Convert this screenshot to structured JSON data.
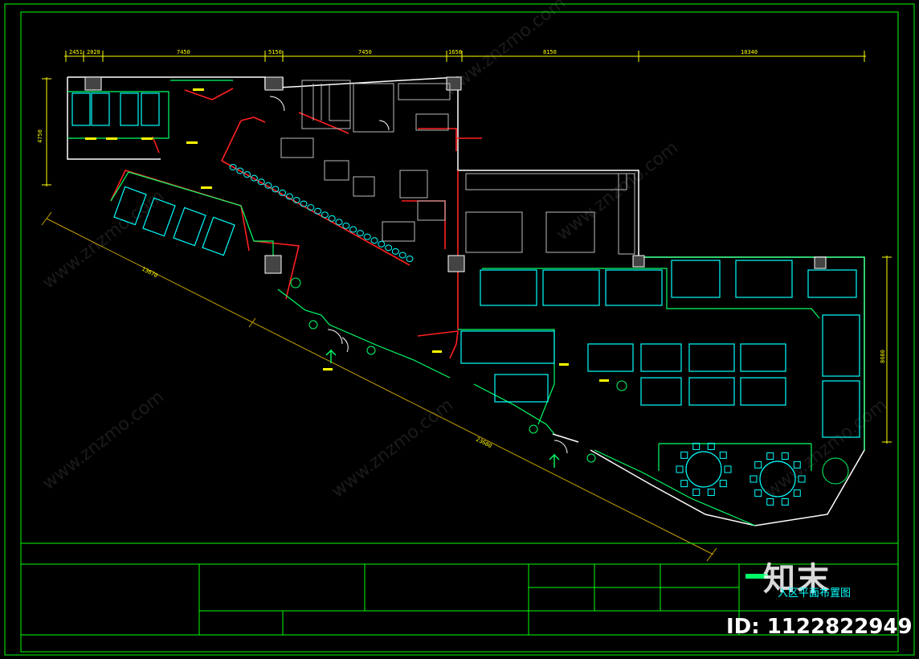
{
  "dimensions": {
    "top": [
      "2451",
      "2028",
      "7450",
      "5150",
      "7450",
      "1650",
      "8150",
      "10340"
    ],
    "left": "4750",
    "right": "8680",
    "diag_upper": "13670",
    "diag_lower": "23680"
  },
  "title_block": {
    "drawing_title": "入区平面布置图"
  },
  "watermark": {
    "brand": "知末",
    "site": "www.znzmo.com",
    "id_line": "ID: 1122822949"
  },
  "colors": {
    "background": "#000000",
    "frame": "#00ff00",
    "wall": "#ffffff",
    "partition": "#ff2020",
    "furniture": "#00ffff",
    "dimension": "#ffff00",
    "diag_dimension": "#c8a000",
    "booth_outline": "#00ff66"
  }
}
